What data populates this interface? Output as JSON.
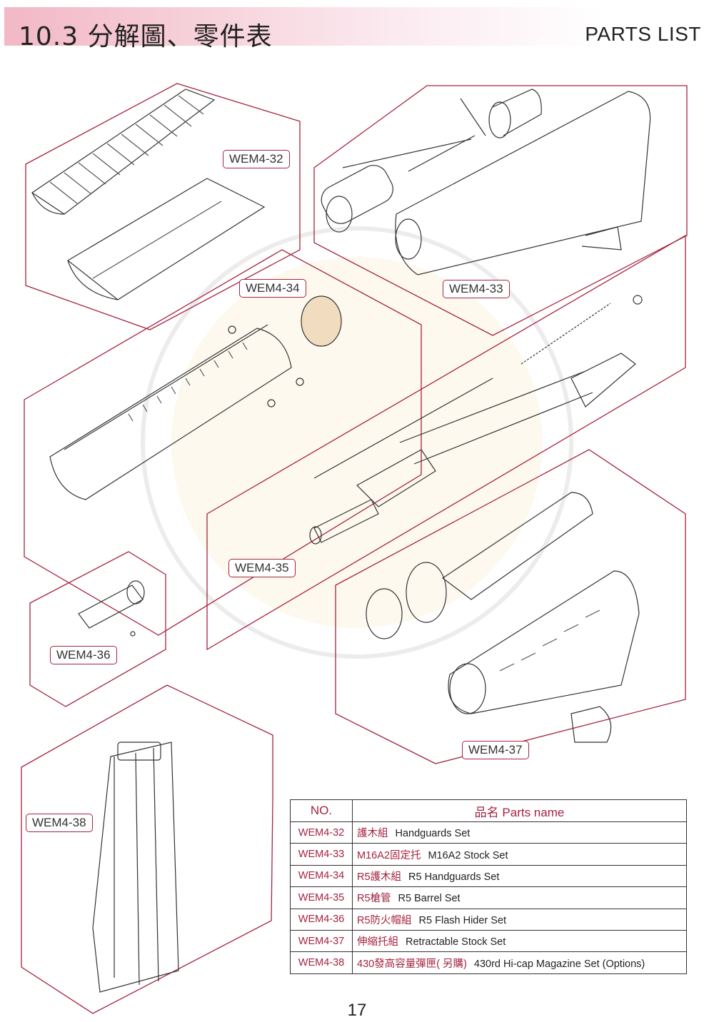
{
  "header": {
    "title": "10.3 分解圖、零件表",
    "right_title": "PARTS LIST"
  },
  "labels": {
    "wem4_32": "WEM4-32",
    "wem4_33": "WEM4-33",
    "wem4_34": "WEM4-34",
    "wem4_35": "WEM4-35",
    "wem4_36": "WEM4-36",
    "wem4_37": "WEM4-37",
    "wem4_38": "WEM4-38"
  },
  "table": {
    "header_no": "NO.",
    "header_name": "品名 Parts name",
    "rows": [
      {
        "no": "WEM4-32",
        "cn": "護木組",
        "en": "Handguards Set"
      },
      {
        "no": "WEM4-33",
        "cn": "M16A2固定托",
        "en": "M16A2 Stock Set"
      },
      {
        "no": "WEM4-34",
        "cn": "R5護木組",
        "en": "R5 Handguards Set"
      },
      {
        "no": "WEM4-35",
        "cn": "R5槍管",
        "en": "R5 Barrel Set"
      },
      {
        "no": "WEM4-36",
        "cn": "R5防火帽組",
        "en": "R5 Flash Hider Set"
      },
      {
        "no": "WEM4-37",
        "cn": "伸縮托組",
        "en": "Retractable Stock Set"
      },
      {
        "no": "WEM4-38",
        "cn": "430發高容量彈匣( 另購)",
        "en": "430rd Hi-cap Magazine Set (Options)"
      }
    ]
  },
  "page_number": "17",
  "colors": {
    "accent": "#a5243f",
    "panel_line": "#a5243f",
    "header_gradient_start": "#f2b8c6",
    "watermark": "#cfcfcf"
  }
}
